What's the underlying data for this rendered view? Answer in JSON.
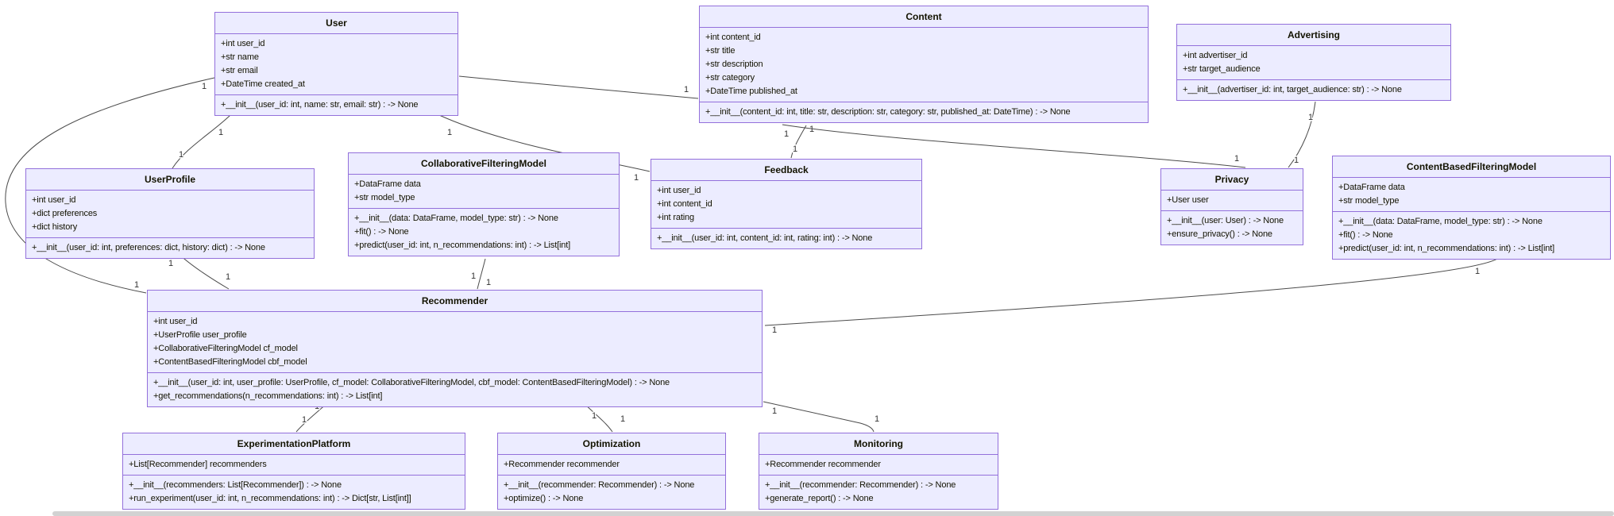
{
  "diagram": {
    "kind": "uml-class-diagram",
    "background_color": "#ffffff",
    "node_fill": "#ECECFF",
    "node_border": "#9370DB",
    "edge_color": "#4b4b4b"
  },
  "classes": [
    {
      "id": "user",
      "name": "User",
      "attributes": [
        "+int user_id",
        "+str name",
        "+str email",
        "+DateTime created_at"
      ],
      "methods": [
        "+__init__(user_id: int, name: str, email: str) : -> None"
      ]
    },
    {
      "id": "content",
      "name": "Content",
      "attributes": [
        "+int content_id",
        "+str title",
        "+str description",
        "+str category",
        "+DateTime published_at"
      ],
      "methods": [
        "+__init__(content_id: int, title: str, description: str, category: str, published_at: DateTime) : -> None"
      ]
    },
    {
      "id": "advertising",
      "name": "Advertising",
      "attributes": [
        "+int advertiser_id",
        "+str target_audience"
      ],
      "methods": [
        "+__init__(advertiser_id: int, target_audience: str) : -> None"
      ]
    },
    {
      "id": "userprofile",
      "name": "UserProfile",
      "attributes": [
        "+int user_id",
        "+dict preferences",
        "+dict history"
      ],
      "methods": [
        "+__init__(user_id: int, preferences: dict, history: dict) : -> None"
      ]
    },
    {
      "id": "cfm",
      "name": "CollaborativeFilteringModel",
      "attributes": [
        "+DataFrame data",
        "+str model_type"
      ],
      "methods": [
        "+__init__(data: DataFrame, model_type: str) : -> None",
        "+fit() : -> None",
        "+predict(user_id: int, n_recommendations: int) : -> List[int]"
      ]
    },
    {
      "id": "feedback",
      "name": "Feedback",
      "attributes": [
        "+int user_id",
        "+int content_id",
        "+int rating"
      ],
      "methods": [
        "+__init__(user_id: int, content_id: int, rating: int) : -> None"
      ]
    },
    {
      "id": "privacy",
      "name": "Privacy",
      "attributes": [
        "+User user"
      ],
      "methods": [
        "+__init__(user: User) : -> None",
        "+ensure_privacy() : -> None"
      ]
    },
    {
      "id": "cbfm",
      "name": "ContentBasedFilteringModel",
      "attributes": [
        "+DataFrame data",
        "+str model_type"
      ],
      "methods": [
        "+__init__(data: DataFrame, model_type: str) : -> None",
        "+fit() : -> None",
        "+predict(user_id: int, n_recommendations: int) : -> List[int]"
      ]
    },
    {
      "id": "recommender",
      "name": "Recommender",
      "attributes": [
        "+int user_id",
        "+UserProfile user_profile",
        "+CollaborativeFilteringModel cf_model",
        "+ContentBasedFilteringModel cbf_model"
      ],
      "methods": [
        "+__init__(user_id: int, user_profile: UserProfile, cf_model: CollaborativeFilteringModel, cbf_model: ContentBasedFilteringModel) : -> None",
        "+get_recommendations(n_recommendations: int) : -> List[int]"
      ]
    },
    {
      "id": "experimentation",
      "name": "ExperimentationPlatform",
      "attributes": [
        "+List[Recommender] recommenders"
      ],
      "methods": [
        "+__init__(recommenders: List[Recommender]) : -> None",
        "+run_experiment(user_id: int, n_recommendations: int) : -> Dict[str, List[int]]"
      ]
    },
    {
      "id": "optimization",
      "name": "Optimization",
      "attributes": [
        "+Recommender recommender"
      ],
      "methods": [
        "+__init__(recommender: Recommender) : -> None",
        "+optimize() : -> None"
      ]
    },
    {
      "id": "monitoring",
      "name": "Monitoring",
      "attributes": [
        "+Recommender recommender"
      ],
      "methods": [
        "+__init__(recommender: Recommender) : -> None",
        "+generate_report() : -> None"
      ]
    }
  ],
  "edges": [
    {
      "from": "user",
      "to": "userprofile",
      "from_label": "1",
      "to_label": "1"
    },
    {
      "from": "user",
      "to": "feedback",
      "from_label": "1",
      "to_label": "1"
    },
    {
      "from": "user",
      "to": "content",
      "from_label": "1",
      "to_label": "1"
    },
    {
      "from": "content",
      "to": "feedback",
      "from_label": "1",
      "to_label": "1"
    },
    {
      "from": "content",
      "to": "privacy",
      "from_label": "1",
      "to_label": "1"
    },
    {
      "from": "advertising",
      "to": "privacy",
      "from_label": "1",
      "to_label": "1"
    },
    {
      "from": "user",
      "to": "recommender",
      "from_label": "1",
      "to_label": "1"
    },
    {
      "from": "userprofile",
      "to": "recommender",
      "from_label": "1",
      "to_label": "1"
    },
    {
      "from": "cfm",
      "to": "recommender",
      "from_label": "1",
      "to_label": "1"
    },
    {
      "from": "cbfm",
      "to": "recommender",
      "from_label": "1",
      "to_label": "1"
    },
    {
      "from": "recommender",
      "to": "experimentation",
      "from_label": "1",
      "to_label": "1"
    },
    {
      "from": "recommender",
      "to": "optimization",
      "from_label": "1",
      "to_label": "1"
    },
    {
      "from": "recommender",
      "to": "monitoring",
      "from_label": "1",
      "to_label": "1"
    }
  ]
}
